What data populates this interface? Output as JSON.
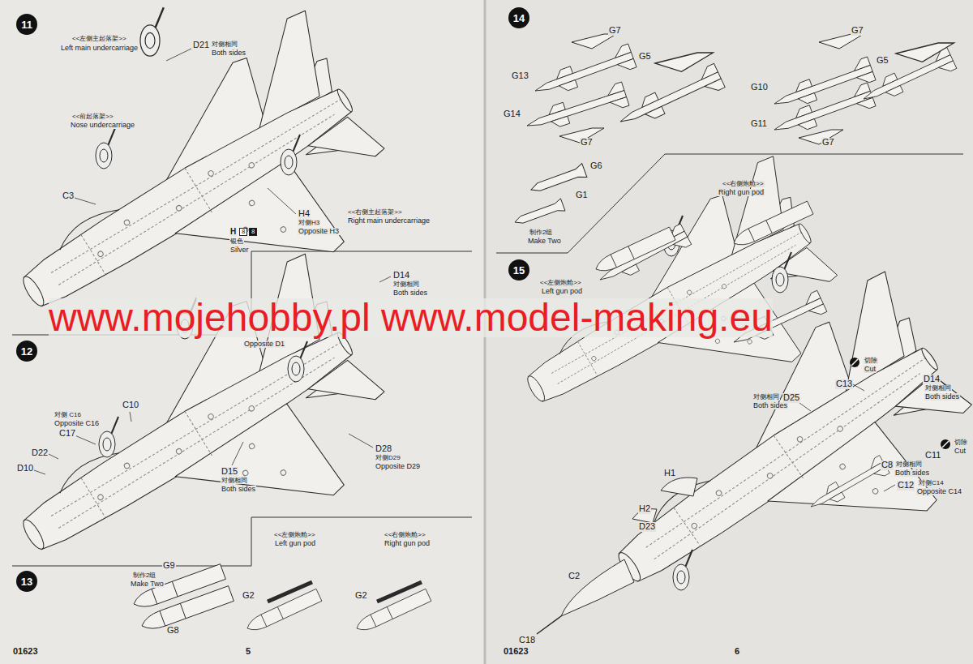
{
  "diagram": {
    "nodes": [
      {
        "text": [
          "11"
        ]
      },
      {
        "text": [
          "12"
        ]
      },
      {
        "text": [
          "13"
        ]
      },
      {
        "text": [
          "14"
        ]
      },
      {
        "text": [
          "15"
        ]
      }
    ],
    "labels": [
      "<<左侧主起落架>>",
      "Left main undercarriage",
      "D21",
      "对侧相同",
      "Both sides",
      "<<前起落架>>",
      "Nose undercarriage",
      "C3",
      "H4",
      "对侧H3",
      "Opposite H3",
      "<<右侧主起落架>>",
      "Right main undercarriage",
      "H",
      "8",
      "8",
      "银色",
      "Silver",
      "D14",
      "对侧相同",
      "Both sides",
      "Opposite D1",
      "对侧 C16",
      "Opposite C16",
      "C17",
      "C10",
      "D22",
      "D10",
      "D15",
      "对侧相同",
      "Both sides",
      "D28",
      "对侧D29",
      "Opposite D29",
      "<<左侧炮舱>>",
      "Left gun pod",
      "<<右侧炮舱>>",
      "Right gun pod",
      "制作2组",
      "Make Two",
      "G9",
      "G8",
      "G2",
      "G2",
      "01623",
      "5",
      "01623",
      "6",
      "G7",
      "G13",
      "G14",
      "G7",
      "G5",
      "G7",
      "G10",
      "G11",
      "G7",
      "G5",
      "G6",
      "G1",
      "制作2组",
      "Make Two",
      "<<右侧炮舱>>",
      "Right gun pod",
      "<<左侧炮舱>>",
      "Left gun pod",
      "切除",
      "Cut",
      "D14",
      "对侧相同",
      "Both sides",
      "C13",
      "对侧相同",
      "Both sides",
      "D25",
      "H1",
      "H2",
      "D23",
      "C8",
      "对侧相同",
      "Both sides",
      "C11",
      "切除",
      "Cut",
      "C12",
      "对侧C14",
      "Opposite C14",
      "C2",
      "C18",
      "www.mojehobby.pl www.model-making.eu"
    ]
  }
}
